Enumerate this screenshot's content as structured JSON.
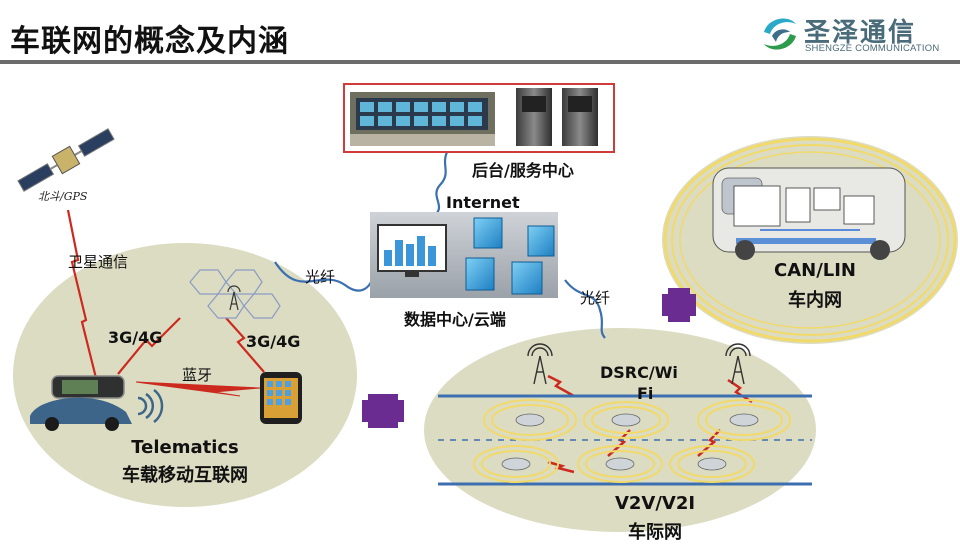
{
  "page": {
    "title": "车联网的概念及内涵"
  },
  "logo": {
    "name": "圣泽通信",
    "subtitle": "SHENGZE COMMUNICATION"
  },
  "diagram": {
    "backend_label": "后台/服务中心",
    "internet_label": "Internet",
    "datacenter_label": "数据中心/云端",
    "fiber_left_label": "光纤",
    "fiber_right_label": "光纤",
    "satellite_caption": "北斗/GPS",
    "satellite_link_label": "卫星通信",
    "cellular_left_label": "3G/4G",
    "cellular_right_label": "3G/4G",
    "bluetooth_label": "蓝牙",
    "telematics_title": "Telematics",
    "telematics_subtitle": "车载移动互联网",
    "can_title": "CAN/LIN",
    "can_subtitle": "车内网",
    "dsrc_line1": "DSRC/Wi",
    "dsrc_line2": "Fi",
    "v2v_title": "V2V/V2I",
    "v2v_subtitle": "车际网"
  },
  "colors": {
    "ellipse_fill": "#dcdcc3",
    "plus": "#6a2c91",
    "link": "#cc2a1f",
    "fiber": "#3a6fb0"
  }
}
